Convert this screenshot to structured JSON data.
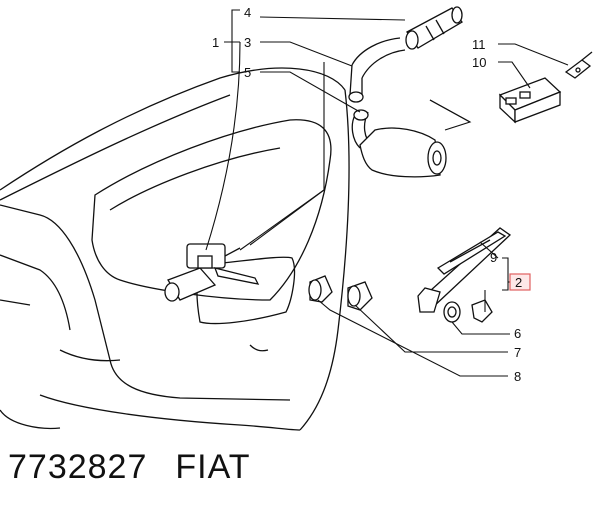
{
  "callouts": {
    "c1": "1",
    "c2": "2",
    "c3": "3",
    "c4": "4",
    "c5": "5",
    "c6": "6",
    "c7": "7",
    "c8": "8",
    "c9": "9",
    "c10": "10",
    "c11": "11"
  },
  "caption": {
    "part_number": "7732827",
    "brand": "FIAT"
  },
  "colors": {
    "line": "#111111",
    "highlight_box": "#e06060",
    "highlight_fill": "#fde8e8"
  }
}
